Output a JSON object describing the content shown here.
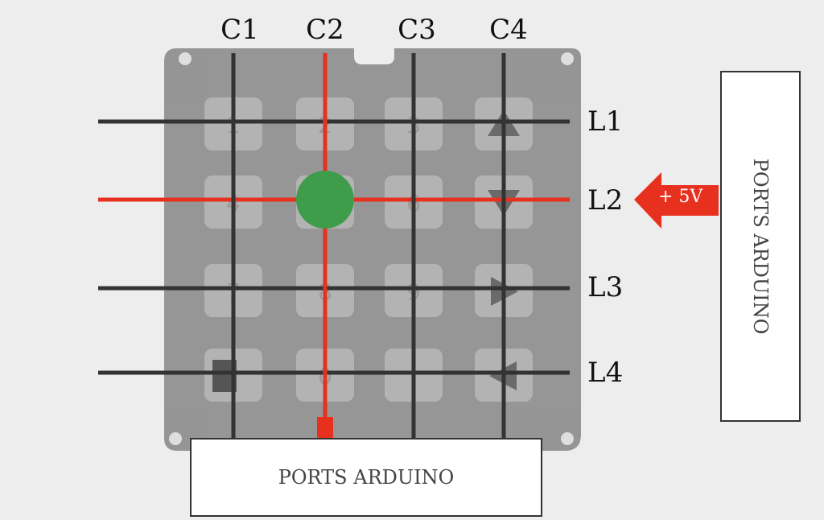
{
  "columns": [
    "C1",
    "C2",
    "C3",
    "C4"
  ],
  "rows": [
    "L1",
    "L2",
    "L3",
    "L4"
  ],
  "keys": [
    [
      "1",
      "2",
      "3",
      "up-arrow-icon"
    ],
    [
      "4",
      "5",
      "6",
      "down-arrow-icon"
    ],
    [
      "7",
      "8",
      "9",
      "right-arrow-icon"
    ],
    [
      "square-icon",
      "0",
      "",
      "left-arrow-icon"
    ]
  ],
  "active": {
    "column": "C2",
    "row": "L2"
  },
  "voltage_label": "+ 5V",
  "port_bottom_label": "PORTS ARDUINO",
  "port_right_label": "PORTS ARDUINO",
  "colors": {
    "active_line": "#e8301f",
    "inactive_line": "#333333",
    "press_point": "#3f9c4a",
    "keypad_body": "#8c8c8c",
    "key_face": "#b9b9b9"
  }
}
